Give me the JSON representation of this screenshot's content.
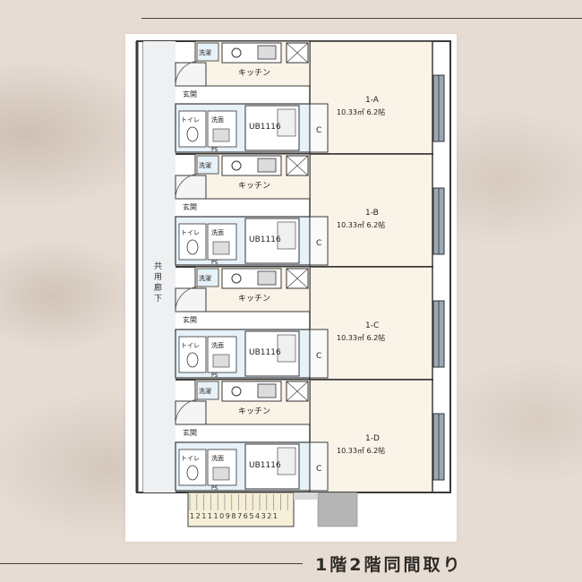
{
  "caption": "1階2階同間取り",
  "plan": {
    "units": [
      {
        "name": "1-A",
        "area": "10.33㎡ 6.2帖"
      },
      {
        "name": "1-B",
        "area": "10.33㎡ 6.2帖"
      },
      {
        "name": "1-C",
        "area": "10.33㎡ 6.2帖"
      },
      {
        "name": "1-D",
        "area": "10.33㎡ 6.2帖"
      }
    ],
    "labels": {
      "kitchen": "キッチン",
      "entrance": "玄関",
      "bath": "UB1116",
      "toilet": "トイレ",
      "washroom": "洗面",
      "washing_machine": "洗濯",
      "ps": "PS",
      "closet": "C",
      "shared_corridor": "共用廊下",
      "stair_numbers": "1 2 1 1 1 0 9 8 7 6 5 4 3 2 1"
    },
    "colors": {
      "room_floor": "#faf3e7",
      "wet_area": "#e6f1f8",
      "window": "#9aa7b4",
      "stair": "#f6efd7",
      "gray_block": "#b5b5b5"
    }
  }
}
